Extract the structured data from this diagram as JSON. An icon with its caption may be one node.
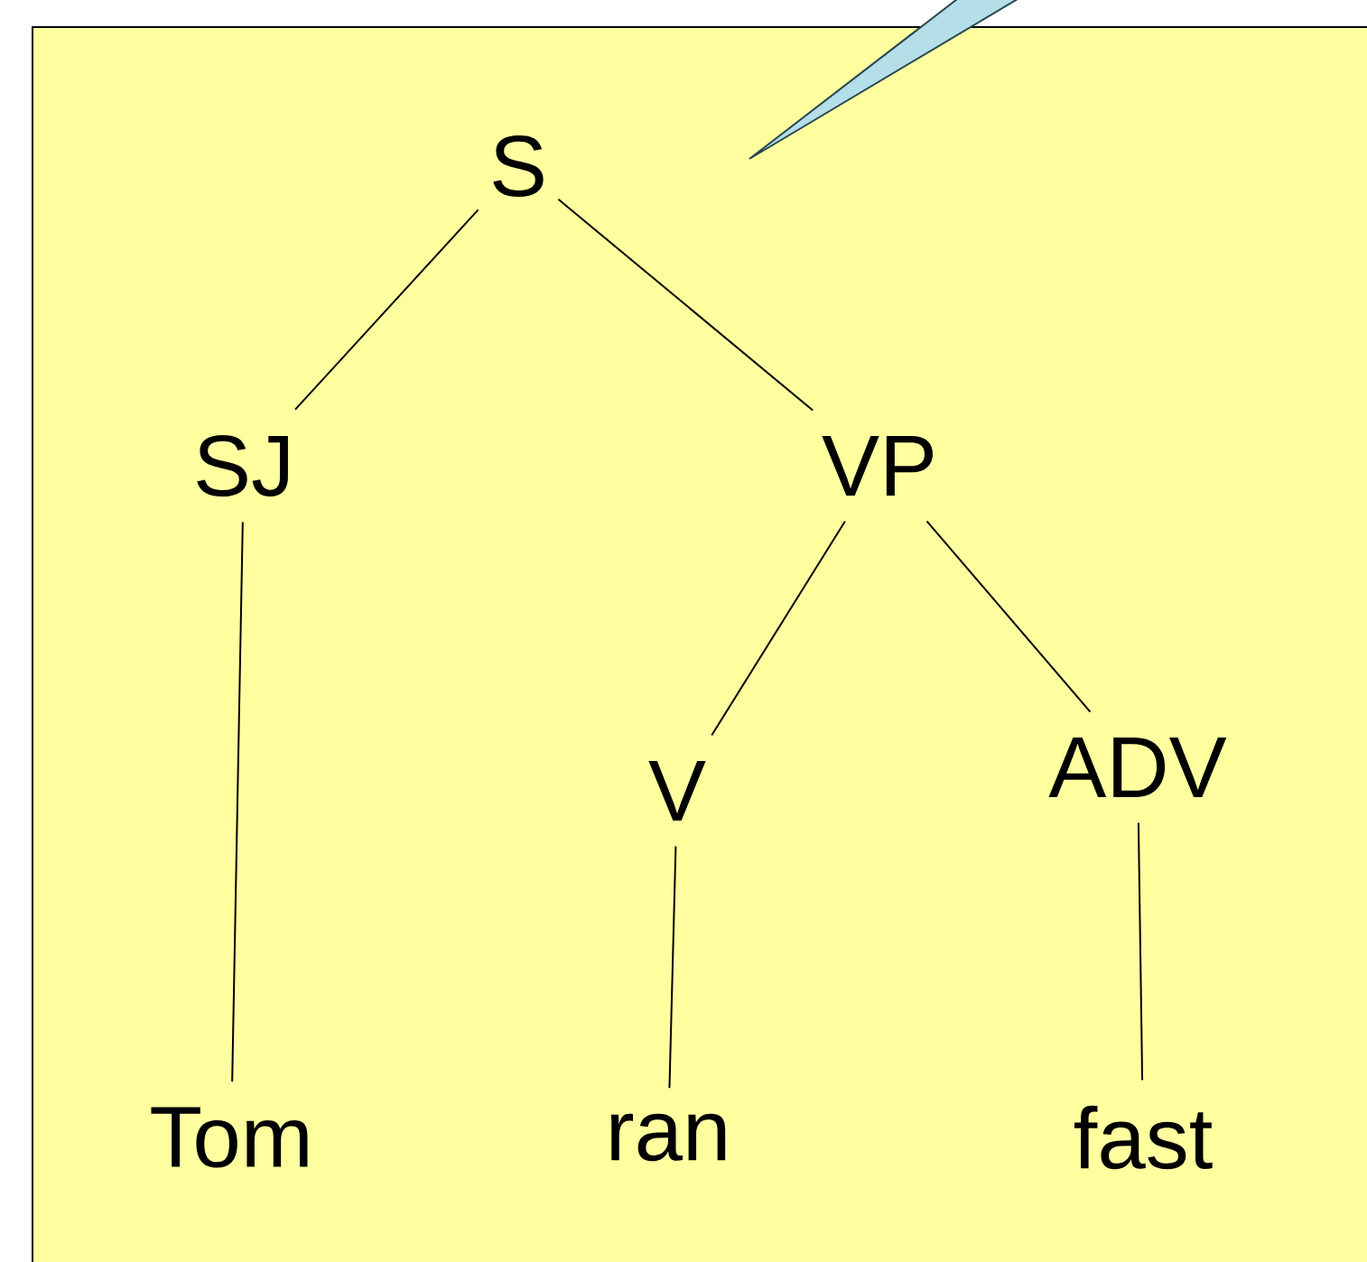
{
  "diagram": {
    "nodes": [
      {
        "text": [
          "S"
        ]
      },
      {
        "text": [
          "SJ"
        ]
      },
      {
        "text": [
          "VP"
        ]
      },
      {
        "text": [
          "V"
        ]
      },
      {
        "text": [
          "ADV"
        ]
      },
      {
        "text": [
          "Tom"
        ]
      },
      {
        "text": [
          "ran"
        ]
      },
      {
        "text": [
          "fast"
        ]
      }
    ],
    "edges": [
      {
        "from": 0,
        "to": 1,
        "arrow": "none"
      },
      {
        "from": 0,
        "to": 2,
        "arrow": "none"
      },
      {
        "from": 1,
        "to": 5,
        "arrow": "none"
      },
      {
        "from": 2,
        "to": 3,
        "arrow": "none"
      },
      {
        "from": 2,
        "to": 4,
        "arrow": "none"
      },
      {
        "from": 3,
        "to": 6,
        "arrow": "none"
      },
      {
        "from": 4,
        "to": 7,
        "arrow": "none"
      }
    ]
  }
}
